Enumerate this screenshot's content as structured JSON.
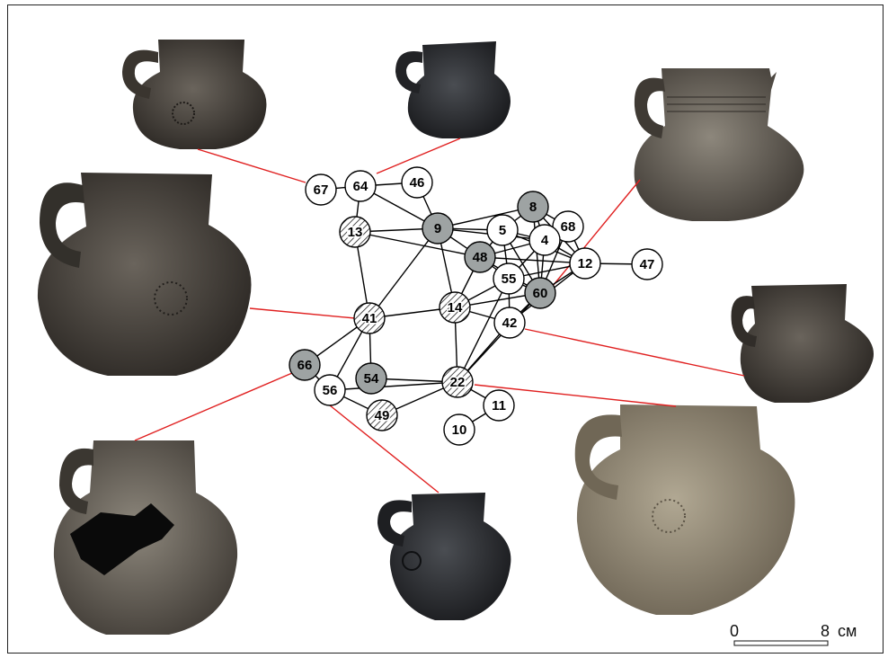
{
  "colors": {
    "node_plain": "#ffffff",
    "node_grey": "#9ea3a3",
    "edge": "#000000",
    "leader": "#e02020",
    "frame": "#222222"
  },
  "network": {
    "nodes": [
      {
        "id": "67",
        "style": "plain"
      },
      {
        "id": "64",
        "style": "plain"
      },
      {
        "id": "46",
        "style": "plain"
      },
      {
        "id": "13",
        "style": "hatched"
      },
      {
        "id": "9",
        "style": "grey"
      },
      {
        "id": "5",
        "style": "plain"
      },
      {
        "id": "8",
        "style": "grey"
      },
      {
        "id": "68",
        "style": "plain"
      },
      {
        "id": "4",
        "style": "plain"
      },
      {
        "id": "48",
        "style": "grey"
      },
      {
        "id": "12",
        "style": "plain"
      },
      {
        "id": "47",
        "style": "plain"
      },
      {
        "id": "55",
        "style": "plain"
      },
      {
        "id": "60",
        "style": "grey"
      },
      {
        "id": "14",
        "style": "hatched"
      },
      {
        "id": "42",
        "style": "plain"
      },
      {
        "id": "41",
        "style": "hatched"
      },
      {
        "id": "66",
        "style": "grey"
      },
      {
        "id": "54",
        "style": "grey"
      },
      {
        "id": "56",
        "style": "plain"
      },
      {
        "id": "22",
        "style": "hatched"
      },
      {
        "id": "11",
        "style": "plain"
      },
      {
        "id": "49",
        "style": "hatched"
      },
      {
        "id": "10",
        "style": "plain"
      }
    ],
    "edges": [
      [
        "67",
        "64"
      ],
      [
        "64",
        "46"
      ],
      [
        "64",
        "13"
      ],
      [
        "64",
        "9"
      ],
      [
        "46",
        "9"
      ],
      [
        "13",
        "9"
      ],
      [
        "13",
        "48"
      ],
      [
        "13",
        "41"
      ],
      [
        "9",
        "5"
      ],
      [
        "9",
        "48"
      ],
      [
        "9",
        "41"
      ],
      [
        "9",
        "14"
      ],
      [
        "9",
        "8"
      ],
      [
        "9",
        "4"
      ],
      [
        "5",
        "8"
      ],
      [
        "5",
        "4"
      ],
      [
        "5",
        "48"
      ],
      [
        "5",
        "55"
      ],
      [
        "5",
        "60"
      ],
      [
        "5",
        "12"
      ],
      [
        "8",
        "4"
      ],
      [
        "8",
        "68"
      ],
      [
        "8",
        "60"
      ],
      [
        "8",
        "12"
      ],
      [
        "68",
        "4"
      ],
      [
        "68",
        "12"
      ],
      [
        "68",
        "60"
      ],
      [
        "4",
        "48"
      ],
      [
        "4",
        "55"
      ],
      [
        "4",
        "60"
      ],
      [
        "4",
        "12"
      ],
      [
        "48",
        "55"
      ],
      [
        "48",
        "14"
      ],
      [
        "48",
        "60"
      ],
      [
        "48",
        "12"
      ],
      [
        "55",
        "60"
      ],
      [
        "55",
        "14"
      ],
      [
        "55",
        "42"
      ],
      [
        "55",
        "22"
      ],
      [
        "55",
        "12"
      ],
      [
        "60",
        "12"
      ],
      [
        "60",
        "42"
      ],
      [
        "60",
        "22"
      ],
      [
        "60",
        "14"
      ],
      [
        "12",
        "47"
      ],
      [
        "14",
        "41"
      ],
      [
        "14",
        "42"
      ],
      [
        "14",
        "22"
      ],
      [
        "42",
        "22"
      ],
      [
        "42",
        "12"
      ],
      [
        "41",
        "66"
      ],
      [
        "41",
        "54"
      ],
      [
        "41",
        "56"
      ],
      [
        "66",
        "56"
      ],
      [
        "54",
        "22"
      ],
      [
        "56",
        "22"
      ],
      [
        "56",
        "49"
      ],
      [
        "49",
        "22"
      ],
      [
        "22",
        "11"
      ],
      [
        "11",
        "10"
      ]
    ]
  },
  "vessels": [
    {
      "name": "vessel-top-left",
      "node": "67"
    },
    {
      "name": "vessel-top-center",
      "node": "64"
    },
    {
      "name": "vessel-top-right",
      "node": "60"
    },
    {
      "name": "vessel-middle-left",
      "node": "41"
    },
    {
      "name": "vessel-middle-right",
      "node": "42"
    },
    {
      "name": "vessel-bottom-left",
      "node": "66"
    },
    {
      "name": "vessel-bottom-center",
      "node": "56"
    },
    {
      "name": "vessel-bottom-right",
      "node": "22"
    }
  ],
  "scale_bar": {
    "start_label": "0",
    "end_label": "8",
    "unit": "см"
  }
}
